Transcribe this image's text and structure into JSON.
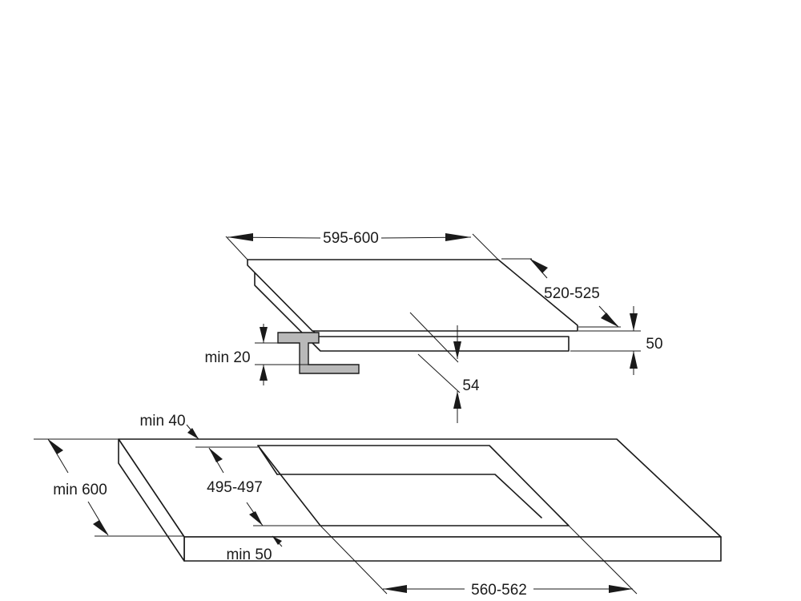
{
  "dimensions": {
    "hob_width": "595-600",
    "hob_depth": "520-525",
    "hob_thickness": "50",
    "hob_height_total": "54",
    "bracket_clearance": "min 20",
    "side_clearance": "min 40",
    "worktop_depth": "min 600",
    "cutout_depth": "495-497",
    "front_clearance": "min 50",
    "cutout_width": "560-562"
  }
}
